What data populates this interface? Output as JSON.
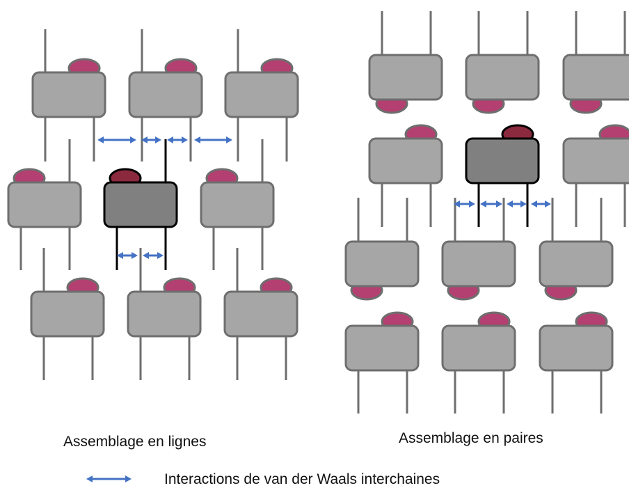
{
  "captions": {
    "left": "Assemblage en lignes",
    "right": "Assemblage en paires"
  },
  "legend": {
    "label": "Interactions de van der Waals interchaines",
    "arrow_icon": "double-headed-arrow-icon"
  },
  "colors": {
    "molecule_body": "#a6a6a6",
    "molecule_outline": "#6e6e6e",
    "molecule_head": "#b34070",
    "highlight_body": "#808080",
    "highlight_outline": "#000000",
    "highlight_head": "#8b2a3e",
    "chain": "#6e6e6e",
    "highlight_chain": "#000000",
    "arrow": "#4472c4"
  }
}
